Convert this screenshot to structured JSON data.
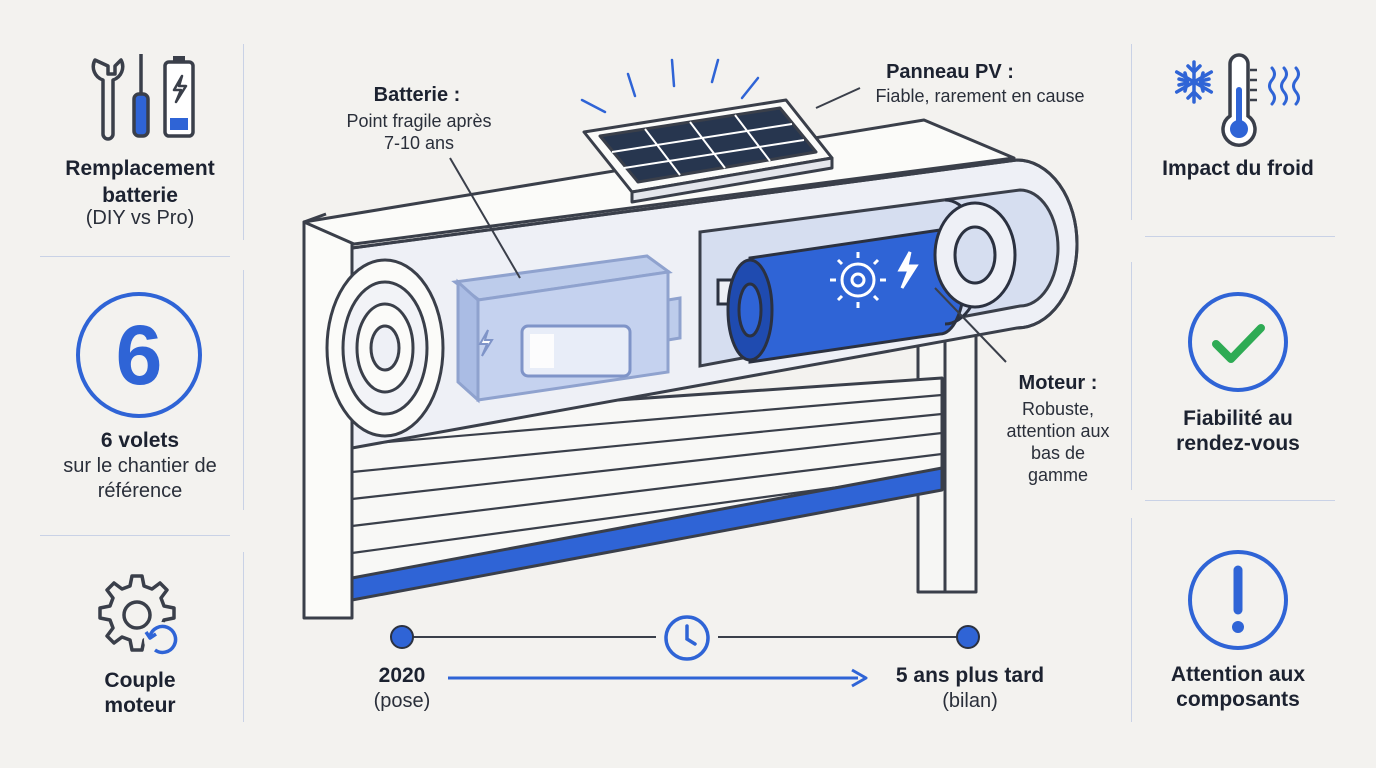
{
  "left_panel": {
    "battery_replacement": {
      "title": "Remplacement batterie",
      "subtitle": "(DIY vs Pro)",
      "icon": "tools-battery-icon"
    },
    "shutters": {
      "number": "6",
      "title": "6 volets",
      "subtitle": "sur le chantier de référence"
    },
    "torque": {
      "title": "Couple moteur",
      "icon": "gear-rotation-icon"
    }
  },
  "right_panel": {
    "cold": {
      "title": "Impact du froid",
      "icon": "snowflake-thermometer-icon"
    },
    "reliability": {
      "title": "Fiabilité au rendez-vous",
      "icon": "check-circle-icon"
    },
    "warning": {
      "title": "Attention aux composants",
      "icon": "exclamation-circle-icon"
    }
  },
  "callouts": {
    "battery": {
      "title": "Batterie :",
      "text": "Point fragile après 7-10 ans"
    },
    "panel": {
      "title": "Panneau PV :",
      "text": "Fiable, rarement en cause"
    },
    "motor": {
      "title": "Moteur :",
      "text": "Robuste, attention aux bas de gamme"
    }
  },
  "timeline": {
    "start_year": "2020",
    "start_note": "(pose)",
    "end_label": "5 ans plus tard",
    "end_note": "(bilan)",
    "icon": "clock-icon"
  },
  "colors": {
    "accent": "#2f64d6",
    "green": "#2eab54",
    "background": "#f3f2ef",
    "outline": "#3a3f4a"
  }
}
